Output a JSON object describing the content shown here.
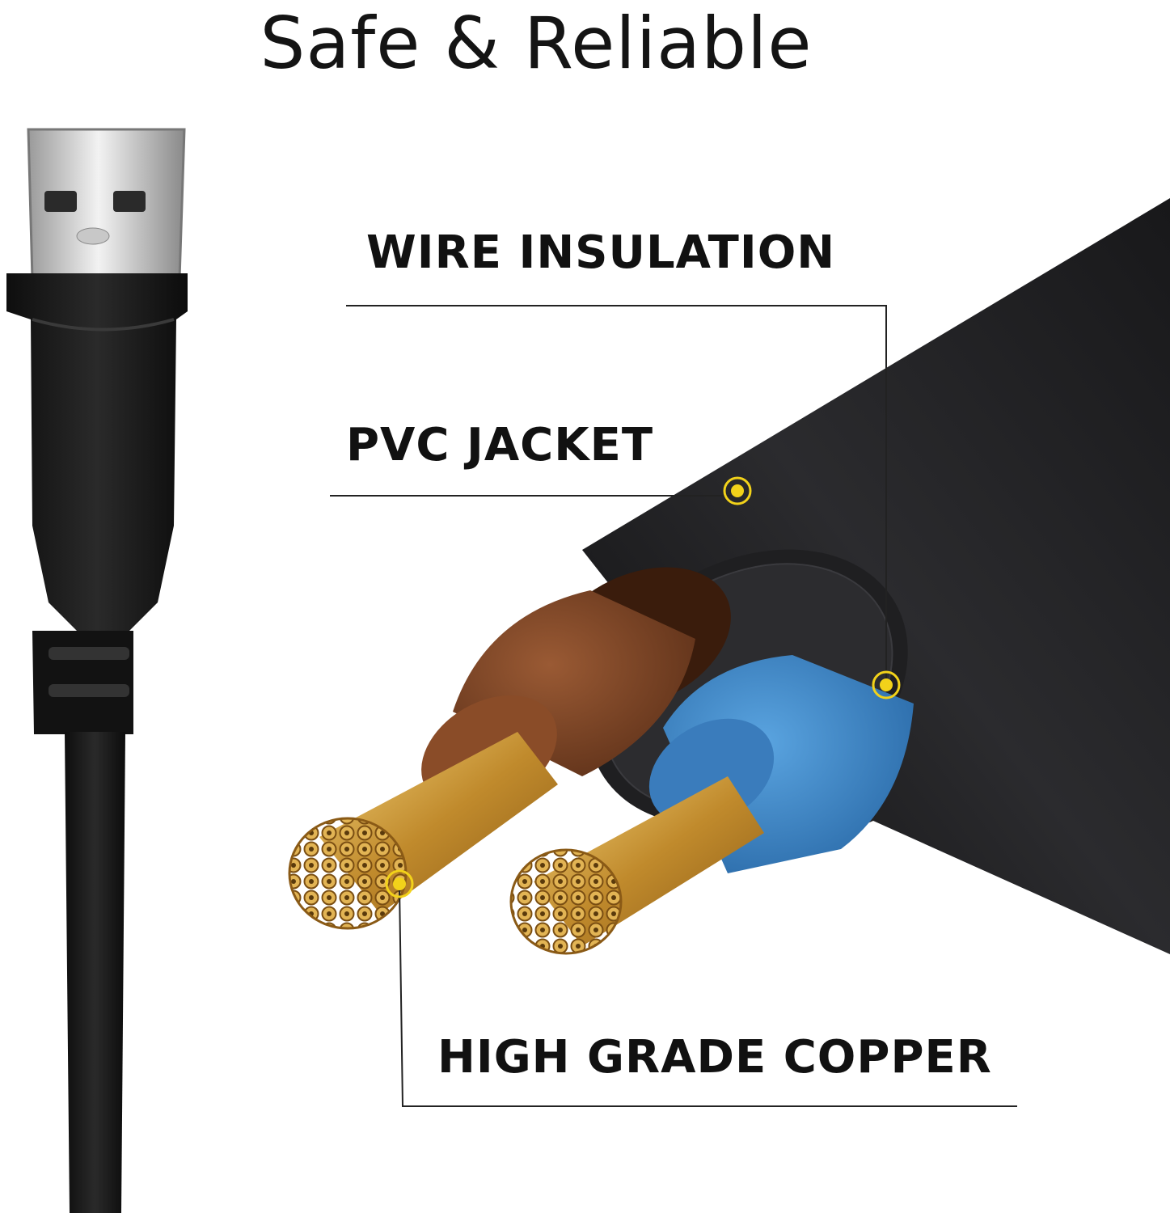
{
  "title": "Safe & Reliable",
  "callouts": {
    "wire_insulation": "WIRE INSULATION",
    "pvc_jacket": "PVC JACKET",
    "high_grade_copper": "HIGH GRADE COPPER"
  },
  "colors": {
    "cable": "#1b1b1d",
    "brown_insulation": "#7a4426",
    "blue_insulation": "#3a86c8",
    "copper": "#d8a84a",
    "marker": "#f2d21a",
    "leader": "#222222"
  },
  "icons": [
    "usb-plug-icon",
    "callout-marker-icon"
  ]
}
